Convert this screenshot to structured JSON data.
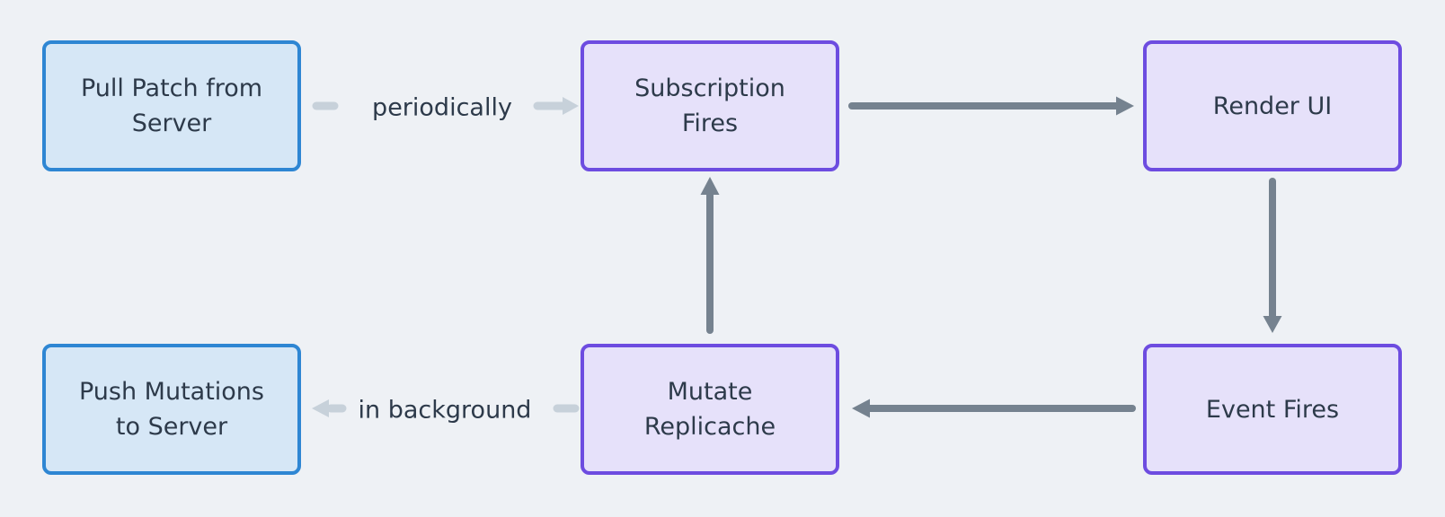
{
  "colors": {
    "background": "#eef1f5",
    "node_blue_fill": "#d6e7f6",
    "node_blue_border": "#2e86d3",
    "node_purple_fill": "#e6e1fa",
    "node_purple_border": "#6d4ce0",
    "arrow_dark": "#75828f",
    "arrow_light": "#c7d1da",
    "text": "#2d3a4a"
  },
  "nodes": [
    {
      "id": "pull-patch-from-server",
      "label": "Pull Patch from\nServer",
      "variant": "blue"
    },
    {
      "id": "subscription-fires",
      "label": "Subscription\nFires",
      "variant": "purple"
    },
    {
      "id": "render-ui",
      "label": "Render UI",
      "variant": "purple"
    },
    {
      "id": "push-mutations-to-server",
      "label": "Push Mutations\nto Server",
      "variant": "blue"
    },
    {
      "id": "mutate-replicache",
      "label": "Mutate\nReplicache",
      "variant": "purple"
    },
    {
      "id": "event-fires",
      "label": "Event Fires",
      "variant": "purple"
    }
  ],
  "edges": [
    {
      "from": "pull-patch-from-server",
      "to": "subscription-fires",
      "label": "periodically",
      "style": "light"
    },
    {
      "from": "subscription-fires",
      "to": "render-ui",
      "label": "",
      "style": "dark"
    },
    {
      "from": "render-ui",
      "to": "event-fires",
      "label": "",
      "style": "dark"
    },
    {
      "from": "event-fires",
      "to": "mutate-replicache",
      "label": "",
      "style": "dark"
    },
    {
      "from": "mutate-replicache",
      "to": "subscription-fires",
      "label": "",
      "style": "dark"
    },
    {
      "from": "mutate-replicache",
      "to": "push-mutations-to-server",
      "label": "in background",
      "style": "light"
    }
  ]
}
